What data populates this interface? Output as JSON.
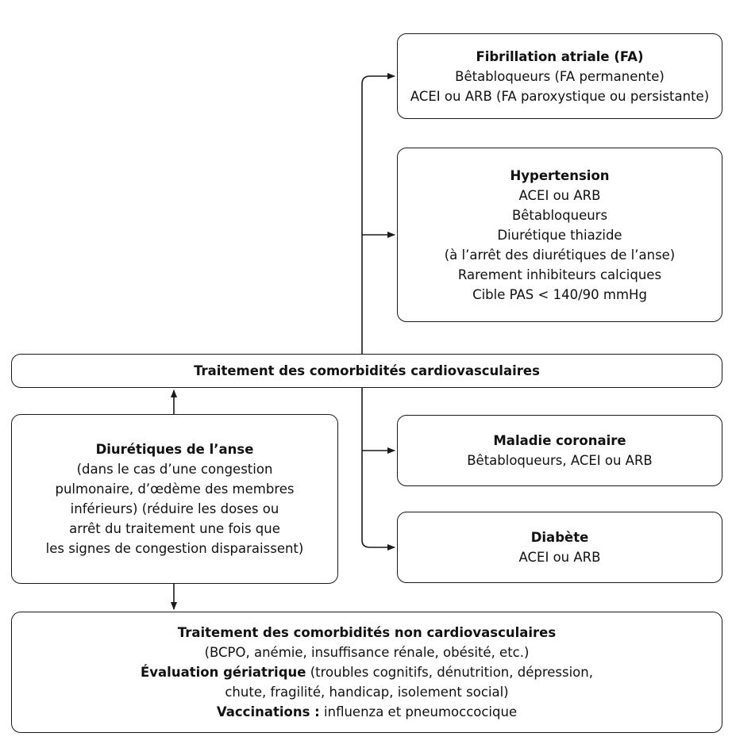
{
  "fa": {
    "title": "Fibrillation atriale (FA)",
    "lines": [
      "Bêtabloqueurs (FA permanente)",
      "ACEI ou ARB (FA paroxystique ou persistante)"
    ]
  },
  "hypertension": {
    "title": "Hypertension",
    "lines": [
      "ACEI ou ARB",
      "Bêtabloqueurs",
      "Diurétique thiazide",
      "(à l’arrêt des diurétiques de l’anse)",
      "Rarement inhibiteurs calciques",
      "Cible PAS < 140/90 mmHg"
    ]
  },
  "cardio": {
    "title": "Traitement des comorbidités cardiovasculaires"
  },
  "diuretiques": {
    "title": "Diurétiques de l’anse",
    "lines": [
      "(dans le cas d’une congestion",
      "pulmonaire, d’œdème des membres",
      "inférieurs) (réduire les doses ou",
      "arrêt du traitement une fois que",
      "les signes de congestion disparaissent)"
    ]
  },
  "coronaire": {
    "title": "Maladie coronaire",
    "lines": [
      "Bêtabloqueurs, ACEI ou ARB"
    ]
  },
  "diabete": {
    "title": "Diabète",
    "lines": [
      "ACEI ou ARB"
    ]
  },
  "non_cardio": {
    "title": "Traitement des comorbidités non cardiovasculaires",
    "line1": "(BCPO, anémie, insuffisance rénale, obésité, etc.)",
    "eval_label": "Évaluation gériatrique",
    "eval_text": " (troubles cognitifs, dénutrition, dépression,",
    "line3": "chute, fragilité, handicap, isolement social)",
    "vacc_label": "Vaccinations :",
    "vacc_text": " influenza et pneumoccocique"
  }
}
